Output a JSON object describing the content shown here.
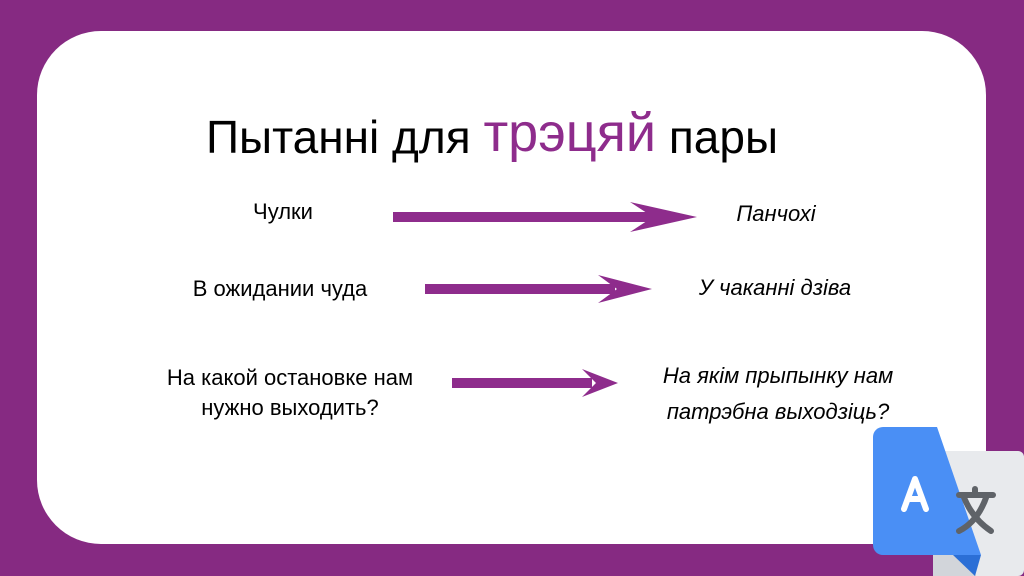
{
  "slide": {
    "title_prefix": "Пытанні для",
    "title_accent": "трэцяй",
    "title_suffix": "пары",
    "accent_color": "#8e2c8c",
    "frame_color": "#862a82",
    "pairs": [
      {
        "source": "Чулки",
        "translation": "Панчохі"
      },
      {
        "source": "В ожидании чуда",
        "translation": "У чаканні дзіва"
      },
      {
        "source_line1": "На какой остановке нам",
        "source_line2": "нужно выходить?",
        "translation_line1": "На якім прыпынку нам",
        "translation_line2": "патрэбна выходзіць?"
      }
    ],
    "icon": "google-translate-icon"
  }
}
